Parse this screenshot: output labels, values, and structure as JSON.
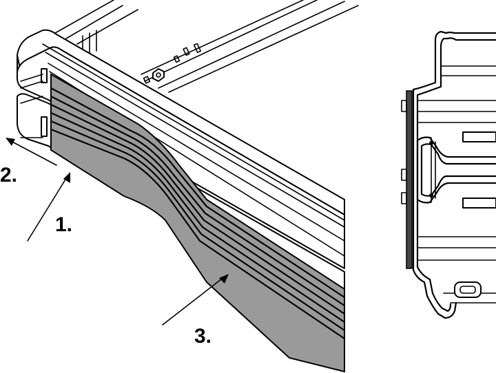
{
  "labels": {
    "step1": "1.",
    "step2": "2.",
    "step3": "3."
  },
  "colors": {
    "line": "#000000",
    "panel_fill": "#9a9a9a",
    "background": "#ffffff"
  }
}
